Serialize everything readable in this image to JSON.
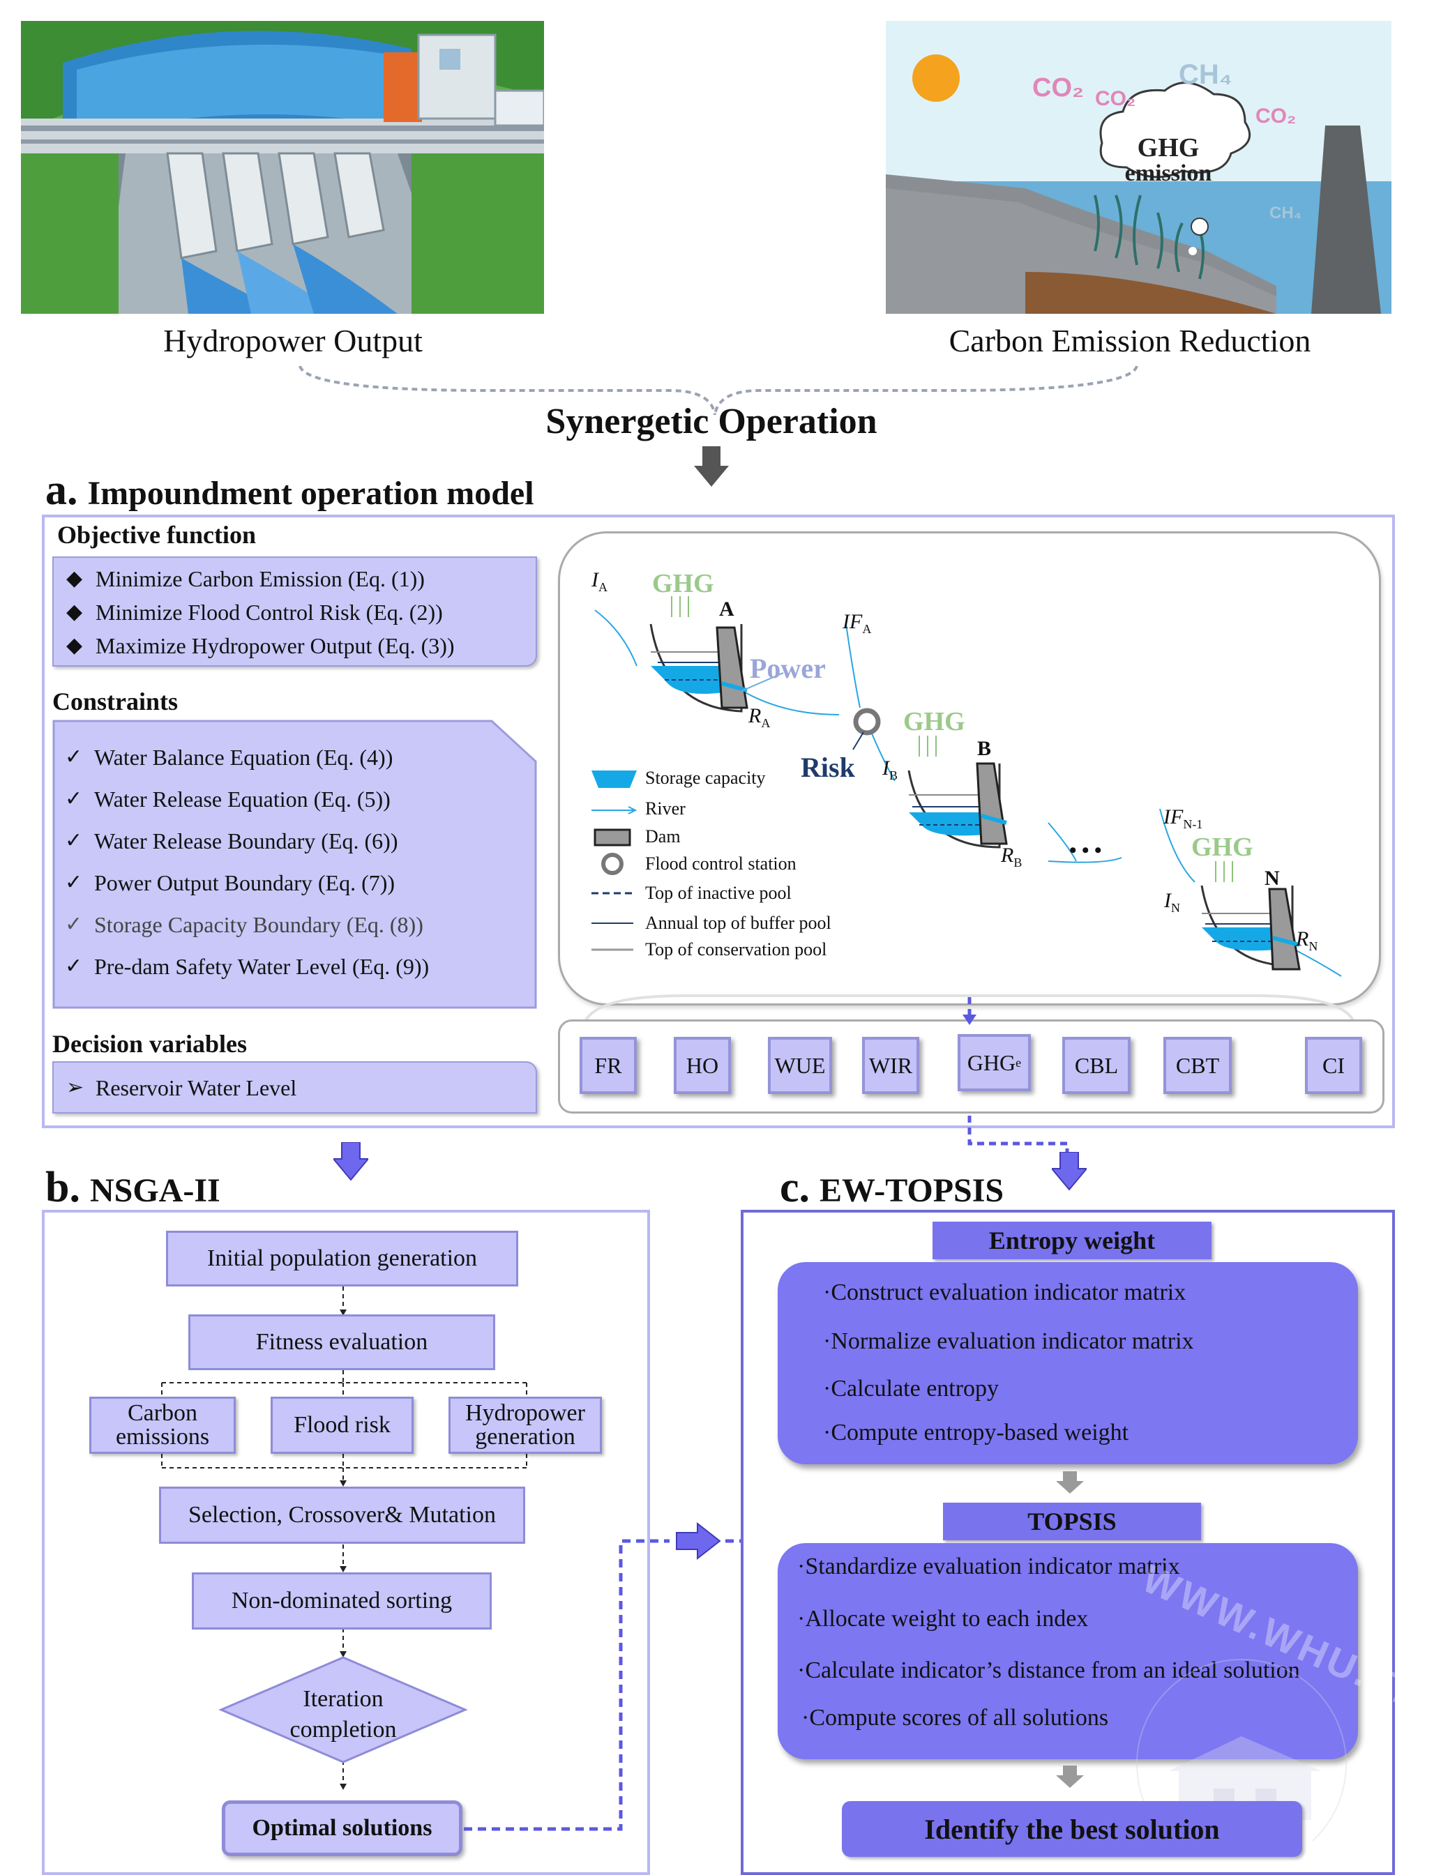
{
  "top": {
    "left_caption": "Hydropower Output",
    "right_caption": "Carbon Emission Reduction",
    "right_image_labels": {
      "co2_a": "CO₂",
      "co2_b": "CO₂",
      "co2_c": "CO₂",
      "ch4": "CH₄",
      "ch4_small": "CH₄",
      "cloud_line1": "GHG",
      "cloud_line2": "emission"
    },
    "center_title": "Synergetic Operation"
  },
  "section_a": {
    "letter": "a.",
    "title": "Impoundment operation model",
    "objective_title": "Objective function",
    "objectives": [
      "Minimize Carbon Emission (Eq. (1))",
      "Minimize Flood Control Risk (Eq. (2))",
      "Maximize Hydropower Output (Eq. (3))"
    ],
    "constraints_title": "Constraints",
    "constraints": [
      "Water Balance Equation (Eq. (4))",
      "Water Release Equation (Eq. (5))",
      "Water Release Boundary (Eq. (6))",
      "Power Output Boundary (Eq. (7))",
      "Storage Capacity Boundary (Eq. (8))",
      "Pre-dam Safety Water Level (Eq. (9))"
    ],
    "decision_title": "Decision variables",
    "decision": "Reservoir Water Level",
    "diagram": {
      "ghg": "GHG",
      "power": "Power",
      "risk": "Risk",
      "dam_a": "A",
      "dam_b": "B",
      "dam_n": "N",
      "ia": "I",
      "ia_sub": "A",
      "ifa": "IF",
      "ifa_sub": "A",
      "ra": "R",
      "ra_sub": "A",
      "ib": "I",
      "ib_sub": "B",
      "rb": "R",
      "rb_sub": "B",
      "ifn": "IF",
      "ifn_sub": "N-1",
      "in": "I",
      "in_sub": "N",
      "rn": "R",
      "rn_sub": "N",
      "dots": "• • •"
    },
    "legend": [
      "Storage capacity",
      "River",
      "Dam",
      "Flood control station",
      "Top of inactive pool",
      "Annual top of buffer pool",
      "Top of conservation pool"
    ],
    "indicators": [
      "FR",
      "HO",
      "WUE",
      "WIR",
      "GHG",
      "CBL",
      "CBT",
      "CI"
    ],
    "ghg_subscript": "e"
  },
  "section_b": {
    "letter": "b.",
    "title": "NSGA-II",
    "init": "Initial population generation",
    "fitness": "Fitness evaluation",
    "carbon_l1": "Carbon",
    "carbon_l2": "emissions",
    "flood": "Flood risk",
    "hydro_l1": "Hydropower",
    "hydro_l2": "generation",
    "selection": "Selection, Crossover& Mutation",
    "sorting": "Non-dominated sorting",
    "iter_l1": "Iteration",
    "iter_l2": "completion",
    "optimal": "Optimal solutions"
  },
  "section_c": {
    "letter": "c.",
    "title": "EW-TOPSIS",
    "entropy_title": "Entropy weight",
    "entropy_steps": [
      "·Construct evaluation indicator matrix",
      "·Normalize evaluation indicator matrix",
      "·Calculate entropy",
      "·Compute entropy-based weight"
    ],
    "topsis_title": "TOPSIS",
    "topsis_steps": [
      "·Standardize evaluation indicator matrix",
      "·Allocate weight to each index",
      "·Calculate indicator’s distance from an ideal solution",
      "·Compute scores of all solutions"
    ],
    "final": "Identify the best solution",
    "watermark": "WWW.WHU.EDU."
  }
}
